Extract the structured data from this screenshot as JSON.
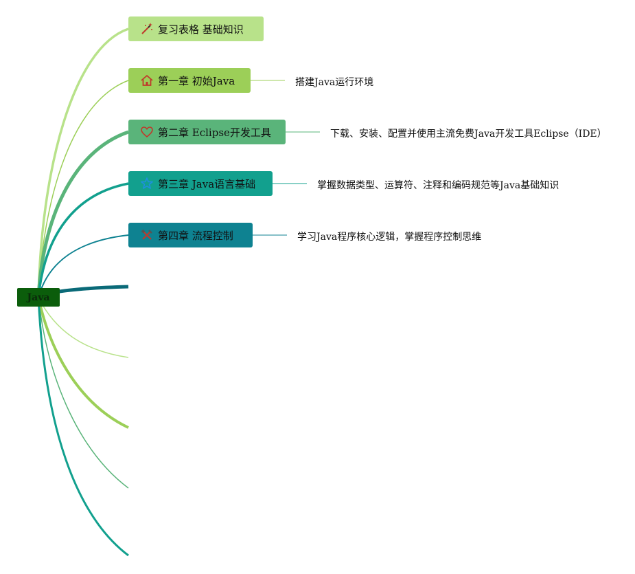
{
  "root": {
    "label": "Java",
    "color": "#0b5d0b"
  },
  "topics": [
    {
      "label": "复习表格  基础知识",
      "icon": "magic-wand-icon",
      "color": "#b8e28a",
      "desc": ""
    },
    {
      "label": "第一章  初始Java",
      "icon": "home-icon",
      "color": "#9ccf58",
      "desc": "搭建Java运行环境"
    },
    {
      "label": "第二章  Eclipse开发工具",
      "icon": "heart-icon",
      "color": "#5ab47a",
      "desc": "下载、安装、配置并使用主流免费Java开发工具Eclipse（IDE）"
    },
    {
      "label": "第三章  Java语言基础",
      "icon": "star-icon",
      "color": "#12a08e",
      "desc": "掌握数据类型、运算符、注释和编码规范等Java基础知识"
    },
    {
      "label": "第四章  流程控制",
      "icon": "tools-icon",
      "color": "#0e8291",
      "desc": "学习Java程序核心逻辑，掌握程序控制思维"
    }
  ]
}
